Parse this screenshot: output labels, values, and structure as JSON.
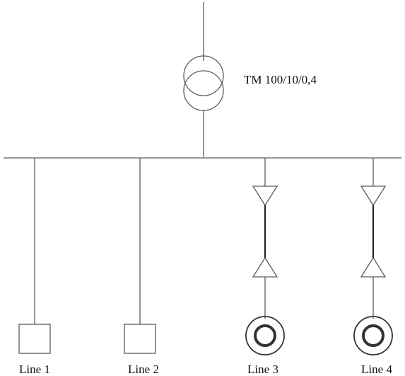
{
  "transformer": {
    "label": "TM 100/10/0,4",
    "icon": "two-winding-transformer-icon"
  },
  "lines": [
    {
      "label": "Line 1",
      "end_device": "square-load-icon",
      "has_arresters": false
    },
    {
      "label": "Line 2",
      "end_device": "square-load-icon",
      "has_arresters": false
    },
    {
      "label": "Line 3",
      "end_device": "double-circle-source-icon",
      "has_arresters": true
    },
    {
      "label": "Line 4",
      "end_device": "double-circle-source-icon",
      "has_arresters": true
    }
  ],
  "colors": {
    "stroke": "#5a5a5a",
    "text": "#111111",
    "background": "#ffffff"
  }
}
